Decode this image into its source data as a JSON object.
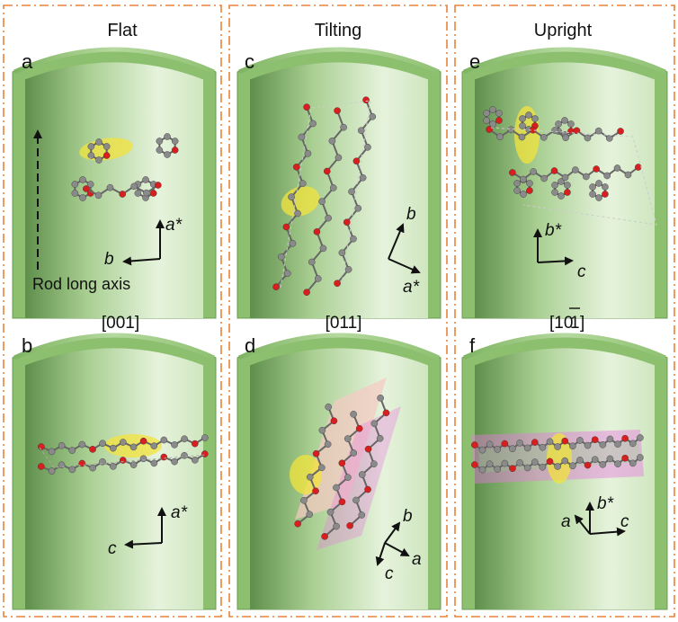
{
  "columns": [
    {
      "title": "Flat"
    },
    {
      "title": "Tilting"
    },
    {
      "title": "Upright"
    }
  ],
  "panels": {
    "a": {
      "letter": "a",
      "axes": [
        "b",
        "a*"
      ]
    },
    "b": {
      "letter": "b",
      "axes": [
        "c",
        "a*"
      ]
    },
    "c": {
      "letter": "c",
      "axes": [
        "b",
        "a*"
      ]
    },
    "d": {
      "letter": "d",
      "axes": [
        "b",
        "a",
        "c"
      ]
    },
    "e": {
      "letter": "e",
      "axes": [
        "b*",
        "c"
      ]
    },
    "f": {
      "letter": "f",
      "axes": [
        "a",
        "b*",
        "c"
      ]
    }
  },
  "view_directions": [
    "[001]",
    "[011]",
    "[10",
    "1",
    "]"
  ],
  "rod_label": "Rod long axis",
  "colors": {
    "frame": "#e8833a",
    "rod_outer": "#8cbf6e",
    "rod_inner_dark": "#6f9e58",
    "rod_inner_light": "#e4f2d8",
    "carbon": "#8a8a8a",
    "oxygen": "#d81e1e",
    "highlight": "#f3e33c",
    "sheet": "#f6c9c3",
    "sheet_pink": "#e77be0"
  }
}
